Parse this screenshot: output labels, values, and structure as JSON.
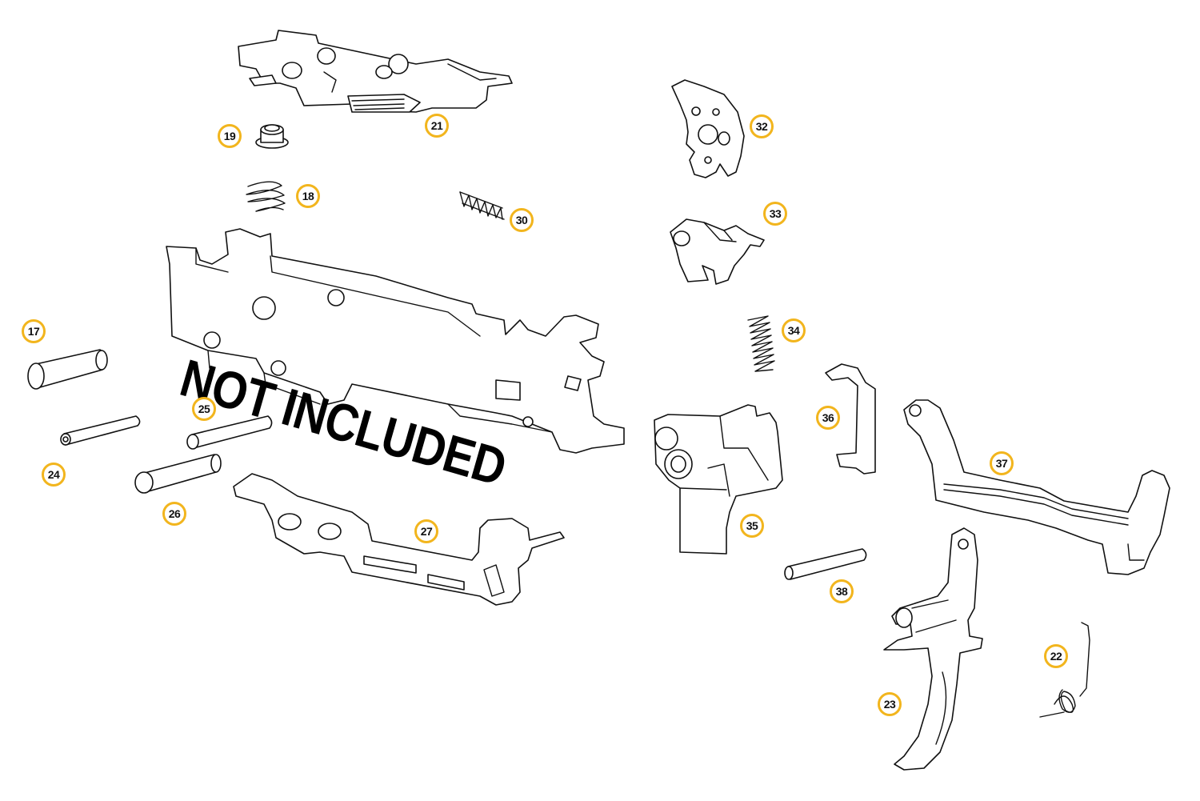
{
  "overlay_text": "NOT INCLUDED",
  "callout_color": "#f2b51d",
  "callouts": [
    "17",
    "18",
    "19",
    "21",
    "22",
    "23",
    "24",
    "25",
    "26",
    "27",
    "30",
    "32",
    "33",
    "34",
    "35",
    "36",
    "37",
    "38"
  ]
}
